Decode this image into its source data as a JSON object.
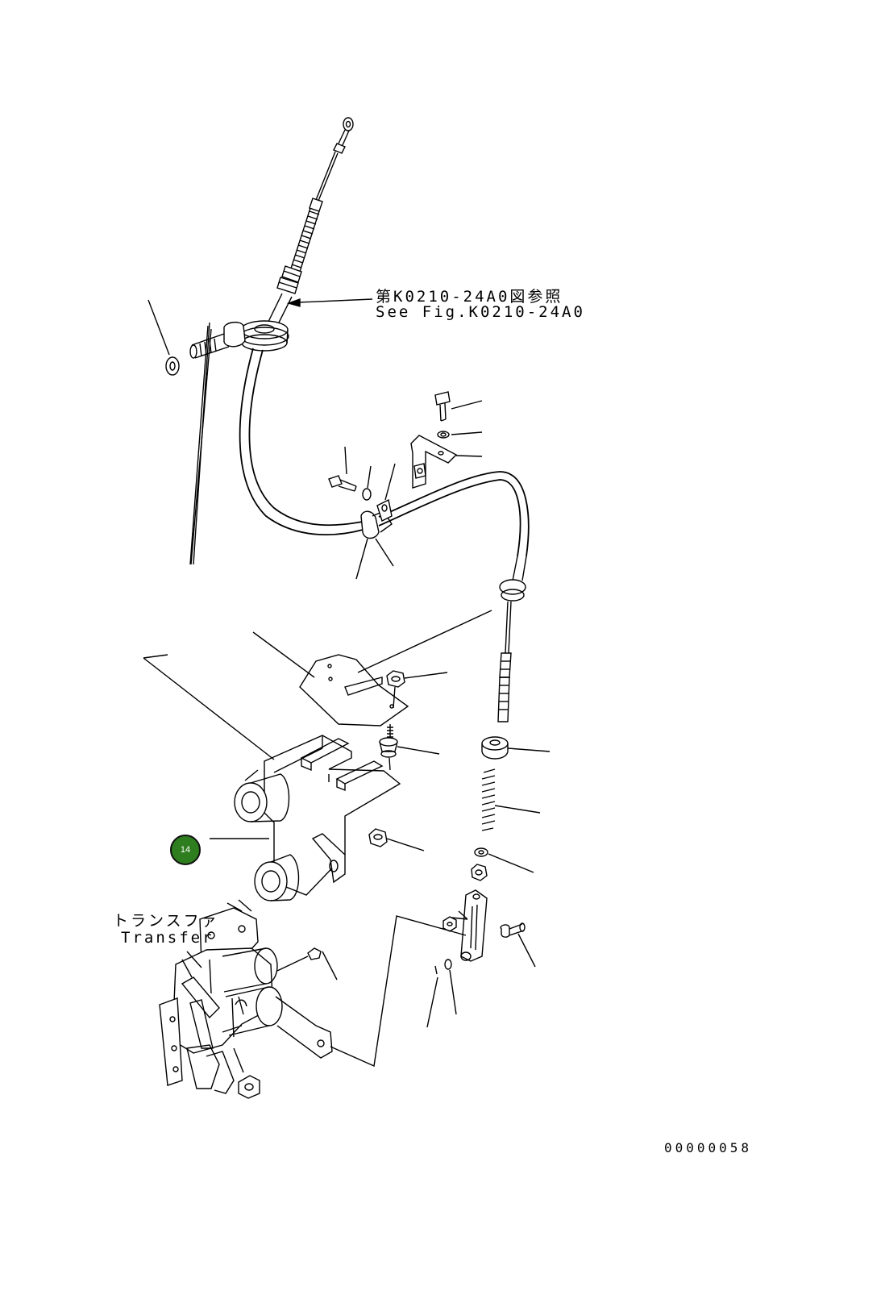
{
  "reference_note": {
    "japanese": "第K0210-24A0図参照",
    "english": "See Fig.K0210-24A0"
  },
  "assembly_label": {
    "japanese": "トランスファ",
    "english": "Transfer"
  },
  "callout": {
    "number": "14",
    "color": "#2e7d1e"
  },
  "drawing_number": "00000058"
}
